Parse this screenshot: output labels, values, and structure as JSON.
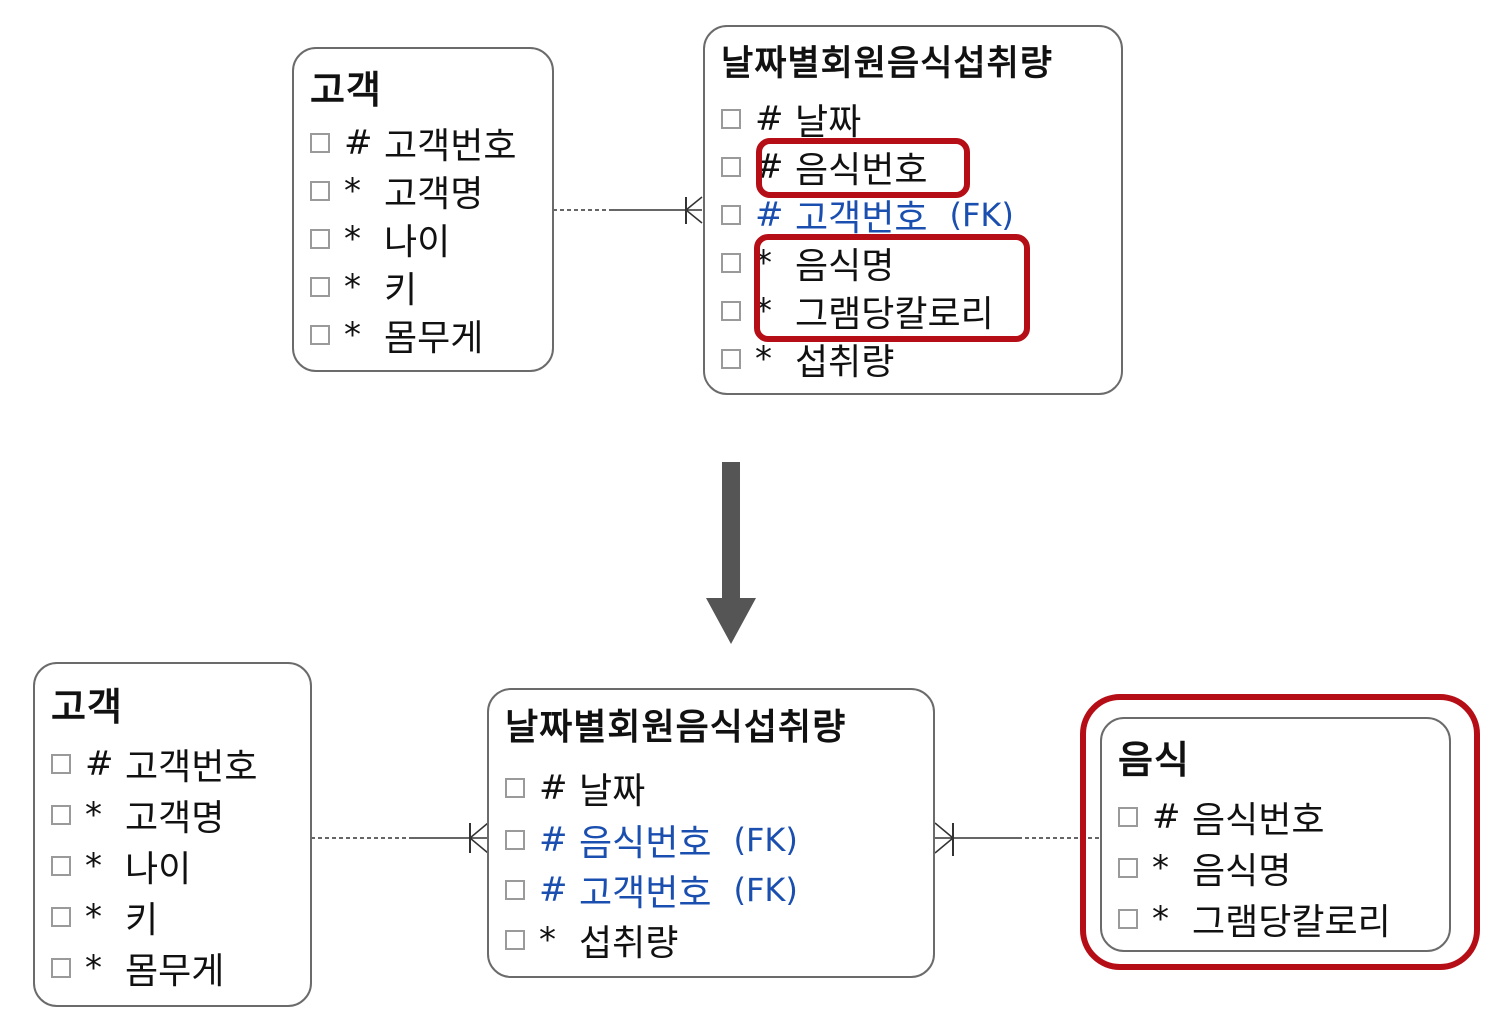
{
  "top": {
    "customer": {
      "title": "고객",
      "attributes": [
        {
          "symbol": "#",
          "name": "고객번호"
        },
        {
          "symbol": "*",
          "name": "고객명"
        },
        {
          "symbol": "*",
          "name": "나이"
        },
        {
          "symbol": "*",
          "name": "키"
        },
        {
          "symbol": "*",
          "name": "몸무게"
        }
      ]
    },
    "intake": {
      "title": "날짜별회원음식섭취량",
      "attributes": [
        {
          "symbol": "#",
          "name": "날짜"
        },
        {
          "symbol": "#",
          "name": "음식번호"
        },
        {
          "symbol": "#",
          "name": "고객번호",
          "tag": "(FK)"
        },
        {
          "symbol": "*",
          "name": "음식명"
        },
        {
          "symbol": "*",
          "name": "그램당칼로리"
        },
        {
          "symbol": "*",
          "name": "섭취량"
        }
      ]
    }
  },
  "bottom": {
    "customer": {
      "title": "고객",
      "attributes": [
        {
          "symbol": "#",
          "name": "고객번호"
        },
        {
          "symbol": "*",
          "name": "고객명"
        },
        {
          "symbol": "*",
          "name": "나이"
        },
        {
          "symbol": "*",
          "name": "키"
        },
        {
          "symbol": "*",
          "name": "몸무게"
        }
      ]
    },
    "intake": {
      "title": "날짜별회원음식섭취량",
      "attributes": [
        {
          "symbol": "#",
          "name": "날짜"
        },
        {
          "symbol": "#",
          "name": "음식번호",
          "tag": "(FK)"
        },
        {
          "symbol": "#",
          "name": "고객번호",
          "tag": "(FK)"
        },
        {
          "symbol": "*",
          "name": "섭취량"
        }
      ]
    },
    "food": {
      "title": "음식",
      "attributes": [
        {
          "symbol": "#",
          "name": "음식번호"
        },
        {
          "symbol": "*",
          "name": "음식명"
        },
        {
          "symbol": "*",
          "name": "그램당칼로리"
        }
      ]
    }
  },
  "colors": {
    "highlight": "#b50e16",
    "foreign_key_text": "#1a4fb0",
    "arrow_fill": "#e8111a",
    "transform_arrow": "#555555",
    "border": "#6b6b6b"
  }
}
